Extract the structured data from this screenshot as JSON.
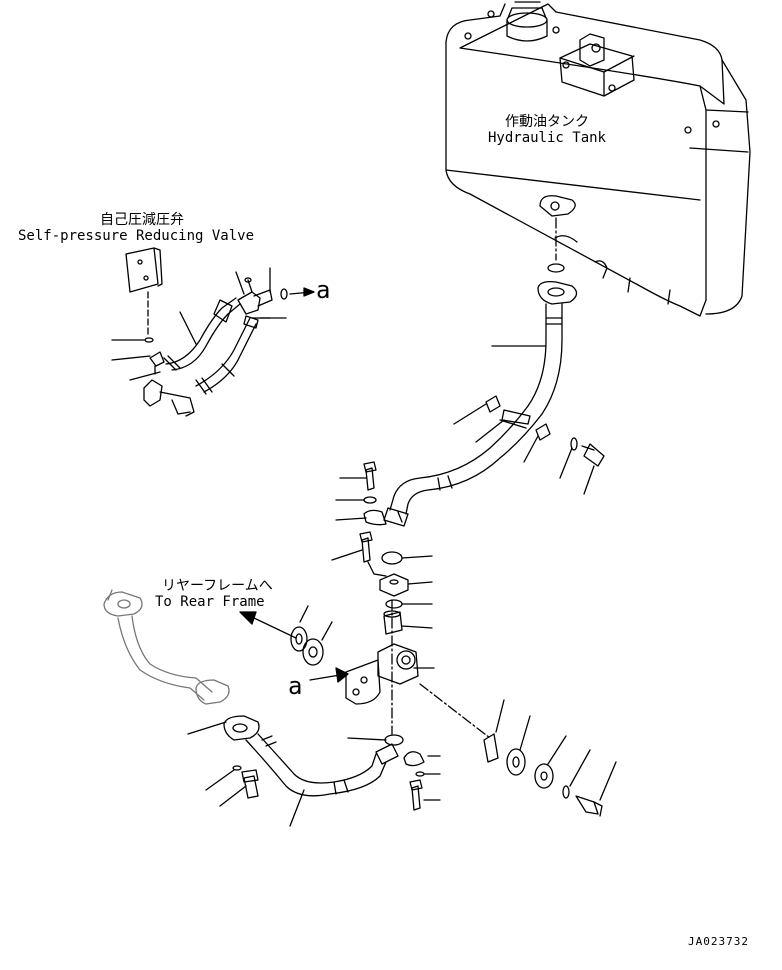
{
  "labels": {
    "tank_jp": "作動油タンク",
    "tank_en": "Hydraulic Tank",
    "valve_jp": "自己圧減圧弁",
    "valve_en": "Self-pressure Reducing Valve",
    "rear_jp": "リヤーフレームへ",
    "rear_en": "To Rear Frame",
    "arrow_a_right": "a",
    "arrow_a_left": "a",
    "drawing_code": "JA023732"
  }
}
